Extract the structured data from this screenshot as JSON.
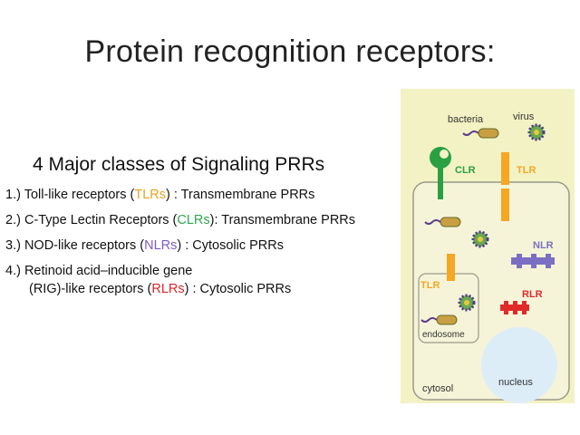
{
  "slide": {
    "title": "Protein recognition receptors:"
  },
  "classes": {
    "heading": "4 Major classes of Signaling PRRs",
    "items": [
      {
        "prefix": "1.) Toll-like receptors (",
        "abbr": "TLRs",
        "abbr_color": "#e8a21f",
        "suffix": ") : Transmembrane PRRs"
      },
      {
        "prefix": "2.) C-Type Lectin Receptors (",
        "abbr": "CLRs",
        "abbr_color": "#2fa84f",
        "suffix": "): Transmembrane PRRs"
      },
      {
        "prefix": "3.) NOD-like receptors (",
        "abbr": "NLRs",
        "abbr_color": "#7d5bc8",
        "suffix": ") : Cytosolic PRRs"
      },
      {
        "line1": "4.) Retinoid acid–inducible gene",
        "prefix": "(RIG)-like receptors (",
        "abbr": "RLRs",
        "abbr_color": "#e0262a",
        "suffix": ") : Cytosolic PRRs"
      }
    ]
  },
  "figure": {
    "labels": {
      "bacteria": "bacteria",
      "virus": "virus",
      "clr": "CLR",
      "tlr_surface": "TLR",
      "nlr": "NLR",
      "tlr_endosome": "TLR",
      "rlr": "RLR",
      "endosome": "endosome",
      "nucleus": "nucleus",
      "cytosol": "cytosol"
    },
    "colors": {
      "background": "#f3f2c4",
      "cell_fill": "#f5f4d9",
      "tlr": "#f5a623",
      "clr": "#2aa043",
      "nlr": "#7b6fc4",
      "rlr": "#e02a2a",
      "nucleus": "#dcedf8",
      "bacteria": "#c8a042",
      "virus": "#4d3a8a"
    }
  }
}
